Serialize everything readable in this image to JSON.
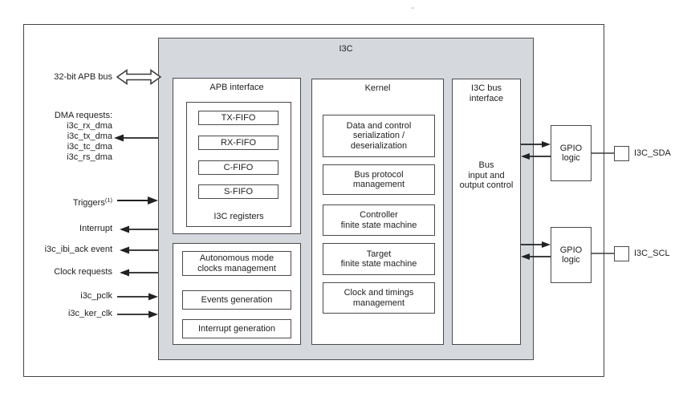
{
  "title": "I3C",
  "left": {
    "apb_bus": "32-bit APB bus",
    "dma_header": "DMA requests:",
    "dma_items": [
      "i3c_rx_dma",
      "i3c_tx_dma",
      "i3c_tc_dma",
      "i3c_rs_dma"
    ],
    "triggers": "Triggers",
    "triggers_note": "(1)",
    "interrupt": "Interrupt",
    "ibi_ack_event": "i3c_ibi_ack event",
    "clock_requests": "Clock requests",
    "pclk": "i3c_pclk",
    "ker_clk": "i3c_ker_clk"
  },
  "apb_interface": {
    "title": "APB interface",
    "fifos": [
      "TX-FIFO",
      "RX-FIFO",
      "C-FIFO",
      "S-FIFO"
    ],
    "registers_label": "I3C registers"
  },
  "clocks_block": {
    "autonomous": "Autonomous mode\nclocks management",
    "events": "Events generation",
    "interrupt_gen": "Interrupt generation"
  },
  "kernel": {
    "title": "Kernel",
    "serialization": "Data and control\nserialization /\ndeserialization",
    "bus_protocol": "Bus protocol\nmanagement",
    "controller_fsm": "Controller\nfinite state machine",
    "target_fsm": "Target\nfinite state machine",
    "clock_timings": "Clock and timings\nmanagement"
  },
  "bus_interface": {
    "title": "I3C bus\ninterface",
    "body": "Bus\ninput and\noutput control"
  },
  "gpio": {
    "label": "GPIO\nlogic",
    "sda_pad": "I3C_SDA",
    "scl_pad": "I3C_SCL"
  },
  "colors": {
    "block_fill": "#d5d9de",
    "line": "#3c3c3c"
  }
}
